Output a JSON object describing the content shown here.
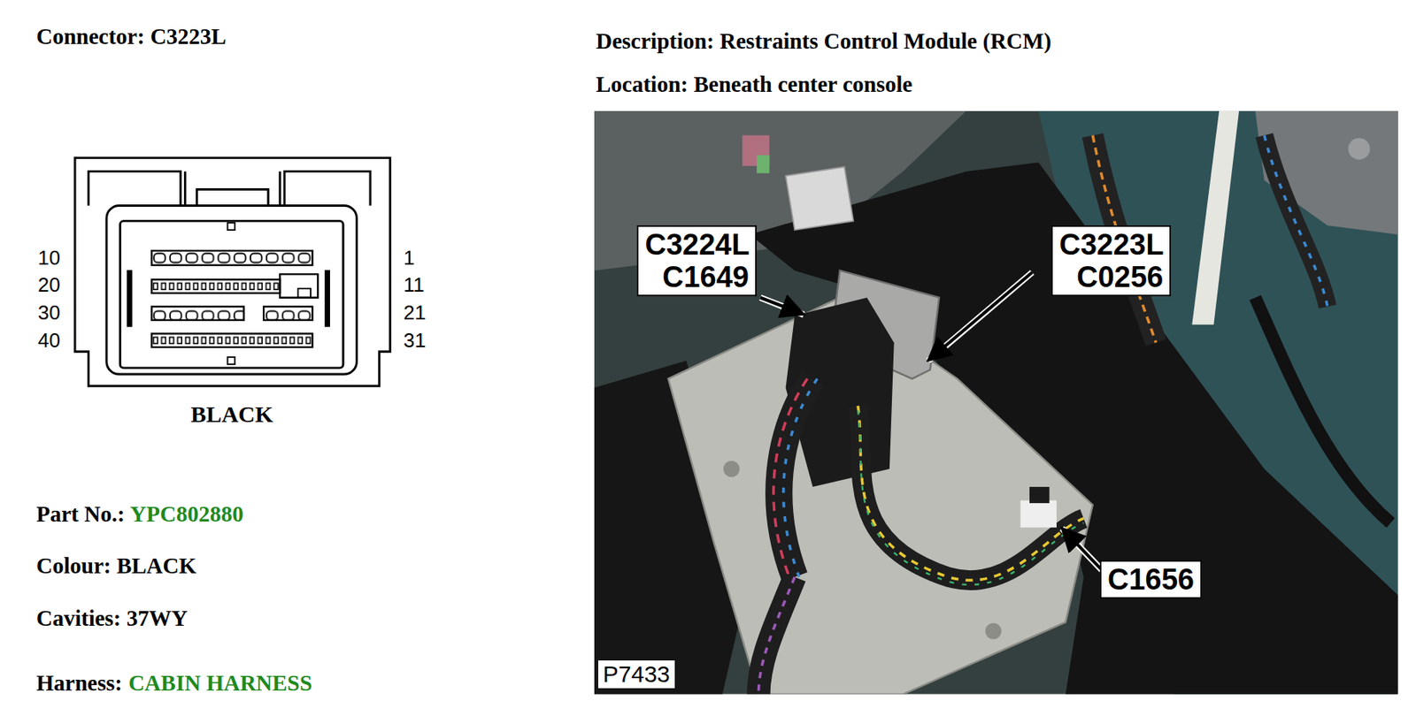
{
  "diagram": {
    "nodes": [
      {
        "text": [
          "C3224L C1649"
        ]
      },
      {
        "text": [
          "C3223L C0256"
        ]
      },
      {
        "text": [
          "C1656"
        ]
      }
    ],
    "labels": [
      "Connector: C3223L",
      "Description: Restraints Control Module (RCM)",
      "Location: Beneath center console",
      "10",
      "1",
      "20",
      "11",
      "30",
      "21",
      "40",
      "31",
      "BLACK",
      "Part No.:",
      "YPC802880",
      "Colour: BLACK",
      "Cavities: 37WY",
      "Harness:",
      "CABIN HARNESS",
      "P7433"
    ]
  }
}
